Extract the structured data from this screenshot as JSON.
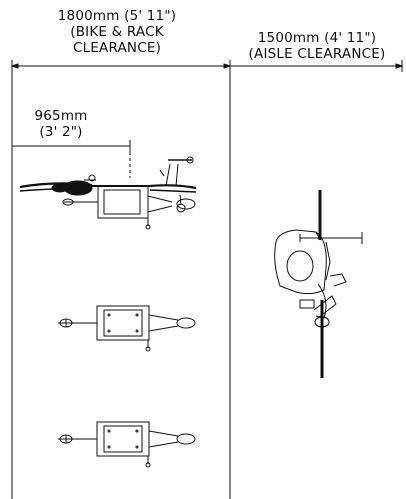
{
  "dimensions": {
    "bike_rack_clearance": {
      "line1": "1800mm (5' 11\")",
      "line2": "(BIKE & RACK",
      "line3": "CLEARANCE)"
    },
    "aisle_clearance": {
      "line1": "1500mm (4' 11\")",
      "line2": "(AISLE CLEARANCE)"
    },
    "rack_depth": {
      "line1": "965mm",
      "line2": "(3' 2\")"
    }
  },
  "colors": {
    "line": "#111111",
    "background": "#ffffff"
  }
}
